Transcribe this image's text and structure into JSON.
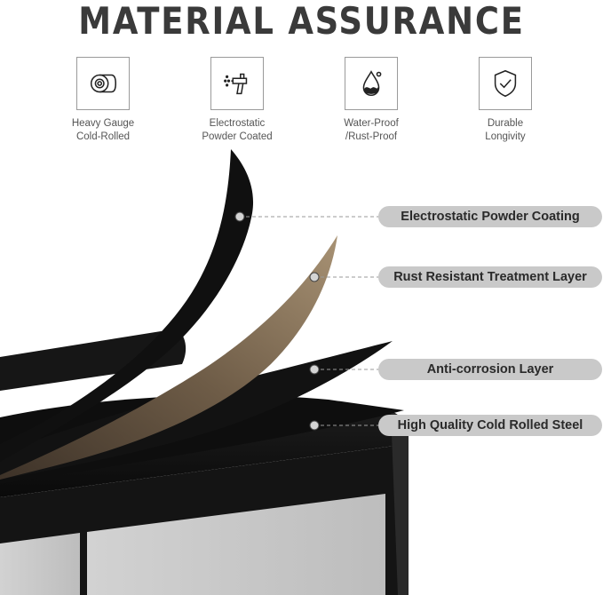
{
  "title": "MATERIAL ASSURANCE",
  "features": [
    {
      "icon": "steel-roll-icon",
      "label": "Heavy Gauge\nCold-Rolled"
    },
    {
      "icon": "spray-gun-icon",
      "label": "Electrostatic\nPowder Coated"
    },
    {
      "icon": "water-drop-icon",
      "label": "Water-Proof\n/Rust-Proof"
    },
    {
      "icon": "shield-check-icon",
      "label": "Durable\nLongivity"
    }
  ],
  "layers": [
    {
      "label": "Electrostatic Powder Coating"
    },
    {
      "label": "Rust Resistant Treatment Layer"
    },
    {
      "label": "Anti-corrosion Layer"
    },
    {
      "label": "High Quality Cold Rolled Steel"
    }
  ],
  "colors": {
    "sheet_black": "#111111",
    "treatment_layer": "#6b5a45",
    "cabinet_door": "#c8c8c8",
    "pill_background": "#c9c9c9"
  }
}
